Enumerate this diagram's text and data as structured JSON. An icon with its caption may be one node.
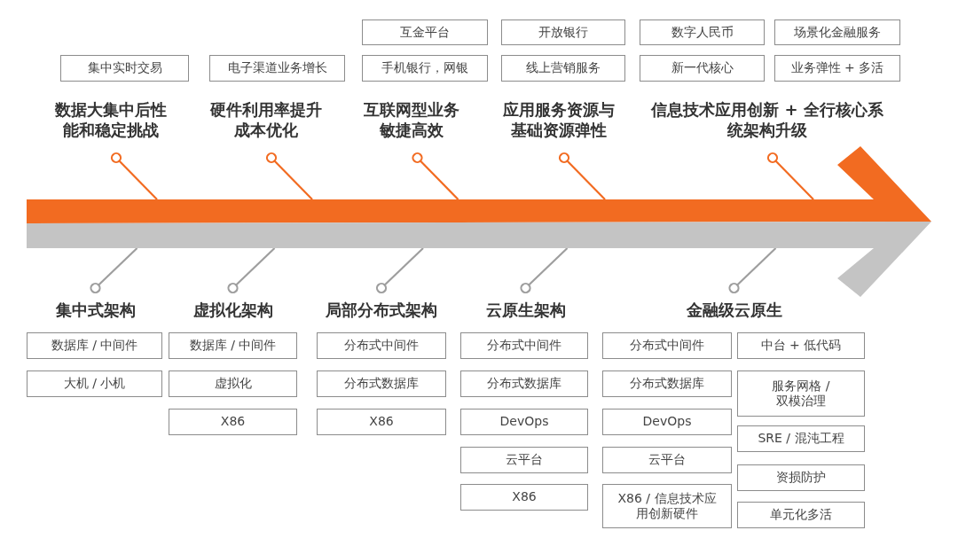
{
  "diagram": {
    "nodes": [
      {
        "text": [
          "互金平台"
        ]
      },
      {
        "text": [
          "开放银行"
        ]
      },
      {
        "text": [
          "数字人民币"
        ]
      },
      {
        "text": [
          "场景化金融服务"
        ]
      },
      {
        "text": [
          "集中实时交易"
        ]
      },
      {
        "text": [
          "电子渠道业务增长"
        ]
      },
      {
        "text": [
          "手机银行，网银"
        ]
      },
      {
        "text": [
          "线上营销服务"
        ]
      },
      {
        "text": [
          "新一代核心"
        ]
      },
      {
        "text": [
          "业务弹性 + 多活"
        ]
      },
      {
        "text": [
          "数据大集中后性能和稳定挑战"
        ]
      },
      {
        "text": [
          "硬件利用率提升成本优化"
        ]
      },
      {
        "text": [
          "互联网型业务敏捷高效"
        ]
      },
      {
        "text": [
          "应用服务资源与基础资源弹性"
        ]
      },
      {
        "text": [
          "信息技术应用创新 + 全行核心系统架构升级"
        ]
      },
      {
        "text": [],
        "shape": "arrow"
      },
      {
        "text": [
          "集中式架构"
        ]
      },
      {
        "text": [
          "虚拟化架构"
        ]
      },
      {
        "text": [
          "局部分布式架构"
        ]
      },
      {
        "text": [
          "云原生架构"
        ]
      },
      {
        "text": [
          "金融级云原生"
        ]
      },
      {
        "text": [
          "数据库 / 中间件"
        ]
      },
      {
        "text": [
          "大机 / 小机"
        ]
      },
      {
        "text": [
          "数据库 / 中间件"
        ]
      },
      {
        "text": [
          "虚拟化"
        ]
      },
      {
        "text": [
          "X86"
        ]
      },
      {
        "text": [
          "分布式中间件"
        ]
      },
      {
        "text": [
          "分布式数据库"
        ]
      },
      {
        "text": [
          "X86"
        ]
      },
      {
        "text": [
          "分布式中间件"
        ]
      },
      {
        "text": [
          "分布式数据库"
        ]
      },
      {
        "text": [
          "DevOps"
        ]
      },
      {
        "text": [
          "云平台"
        ]
      },
      {
        "text": [
          "X86"
        ]
      },
      {
        "text": [
          "分布式中间件"
        ]
      },
      {
        "text": [
          "分布式数据库"
        ]
      },
      {
        "text": [
          "DevOps"
        ]
      },
      {
        "text": [
          "云平台"
        ]
      },
      {
        "text": [
          "X86 / 信息技术应用创新硬件"
        ]
      },
      {
        "text": [
          "中台 + 低代码"
        ]
      },
      {
        "text": [
          "服务网格 / 双模治理"
        ]
      },
      {
        "text": [
          "SRE / 混沌工程"
        ]
      },
      {
        "text": [
          "资损防护"
        ]
      },
      {
        "text": [
          "单元化多活"
        ]
      }
    ],
    "edges": [
      {
        "from": 10,
        "to": 15,
        "arrow": "other",
        "color": "#f26b21"
      },
      {
        "from": 11,
        "to": 15,
        "arrow": "other",
        "color": "#f26b21"
      },
      {
        "from": 12,
        "to": 15,
        "arrow": "other",
        "color": "#f26b21"
      },
      {
        "from": 13,
        "to": 15,
        "arrow": "other",
        "color": "#f26b21"
      },
      {
        "from": 14,
        "to": 15,
        "arrow": "other",
        "color": "#f26b21"
      },
      {
        "from": 16,
        "to": 15,
        "arrow": "other",
        "color": "#9e9e9e"
      },
      {
        "from": 17,
        "to": 15,
        "arrow": "other",
        "color": "#9e9e9e"
      },
      {
        "from": 18,
        "to": 15,
        "arrow": "other",
        "color": "#9e9e9e"
      },
      {
        "from": 19,
        "to": 15,
        "arrow": "other",
        "color": "#9e9e9e"
      },
      {
        "from": 20,
        "to": 15,
        "arrow": "other",
        "color": "#9e9e9e"
      }
    ]
  }
}
